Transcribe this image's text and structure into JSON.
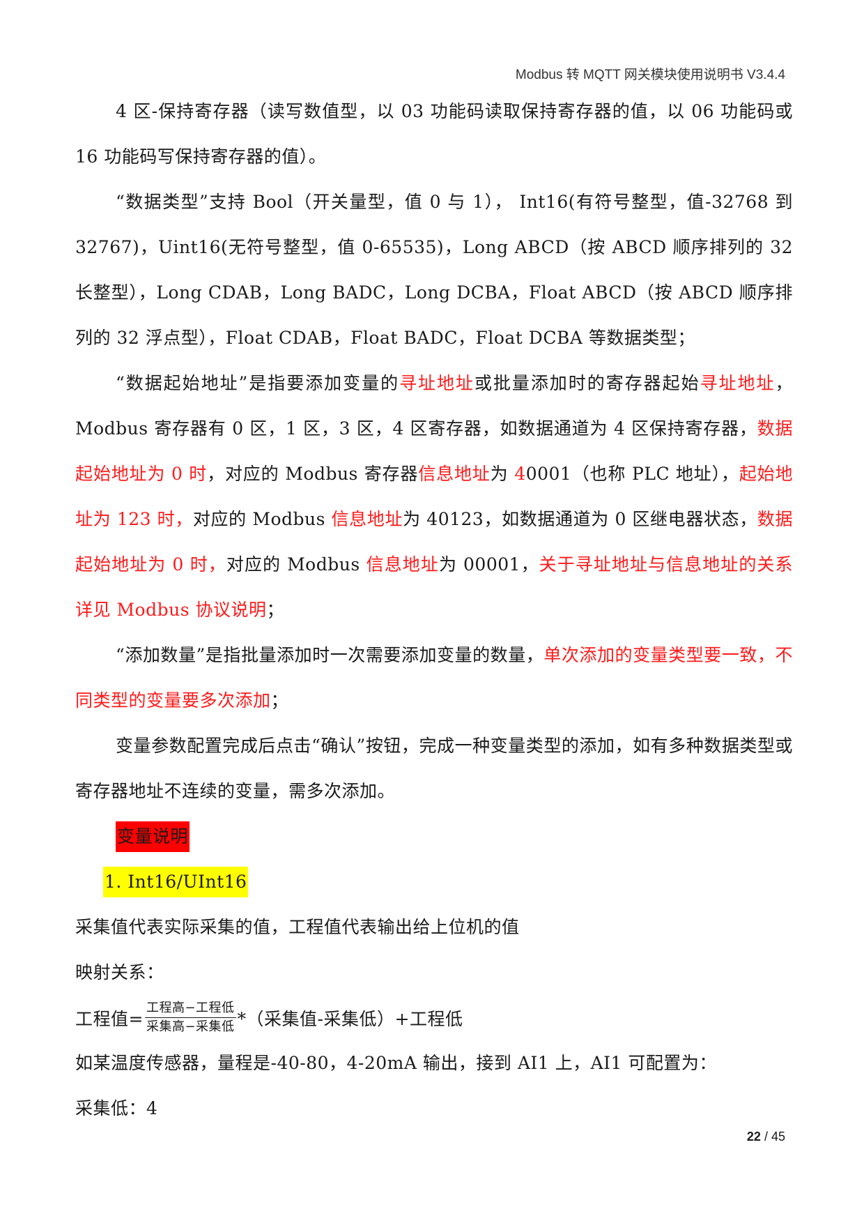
{
  "header": {
    "title": "Modbus 转 MQTT 网关模块使用说明书 V3.4.4"
  },
  "p1": "4 区-保持寄存器（读写数值型，以 03 功能码读取保持寄存器的值，以 06 功能码或 16 功能码写保持寄存器的值）。",
  "p2": "“数据类型”支持 Bool（开关量型，值 0 与 1）， Int16(有符号整型，值-32768 到 32767)，Uint16(无符号整型，值 0-65535)，Long ABCD（按 ABCD 顺序排列的 32 长整型），Long CDAB，Long BADC，Long DCBA，Float ABCD（按 ABCD 顺序排列的 32 浮点型），Float CDAB，Float BADC，Float DCBA 等数据类型；",
  "p3": {
    "s1": "“数据起始地址”是指要添加变量的",
    "r1": "寻址地址",
    "s2": "或批量添加时的寄存器起始",
    "r2": "寻址地址",
    "s3": "，Modbus 寄存器有 0 区，1 区，3 区，4 区寄存器，如数据通道为 4 区保持寄存器，",
    "r3": "数据起始地址为 0 时",
    "s4": "，对应的 Modbus 寄存器",
    "r4": "信息地址",
    "s5": "为 ",
    "r5": "4",
    "s6": "0001（也称 PLC 地址），",
    "r6": "起始地址为 123 时，",
    "s7": "对应的 Modbus ",
    "r7": "信息地址",
    "s8": "为 40123，如数据通道为 0 区继电器状态，",
    "r8": "数据起始地址为 0 时，",
    "s9": "对应的 Modbus ",
    "r9": "信息地址",
    "s10": "为 00001，",
    "r10": "关于寻址地址与信息地址的关系详见 Modbus 协议说明",
    "s11": "；"
  },
  "p4": {
    "s1": "“添加数量”是指批量添加时一次需要添加变量的数量，",
    "r1": "单次添加的变量类型要一致，不同类型的变量要多次添加",
    "s2": "；"
  },
  "p5": "变量参数配置完成后点击“确认”按钮，完成一种变量类型的添加，如有多种数据类型或寄存器地址不连续的变量，需多次添加。",
  "section_title": "变量说明",
  "sub_title": "1. Int16/UInt16",
  "l1": "采集值代表实际采集的值，工程值代表输出给上位机的值",
  "l2": "映射关系：",
  "formula": {
    "lhs": "工程值=",
    "num": "工程高−工程低",
    "den": "采集高−采集低",
    "rhs": "*（采集值-采集低）+工程低"
  },
  "l3": "如某温度传感器，量程是-40-80，4-20mA 输出，接到 AI1 上，AI1 可配置为：",
  "l4": "采集低：4",
  "footer": {
    "page": "22",
    "sep": " / ",
    "total": "45"
  },
  "colors": {
    "emphasis": "#ff1a1a",
    "section_bg": "#ff0000",
    "sub_bg": "#ffff00"
  }
}
